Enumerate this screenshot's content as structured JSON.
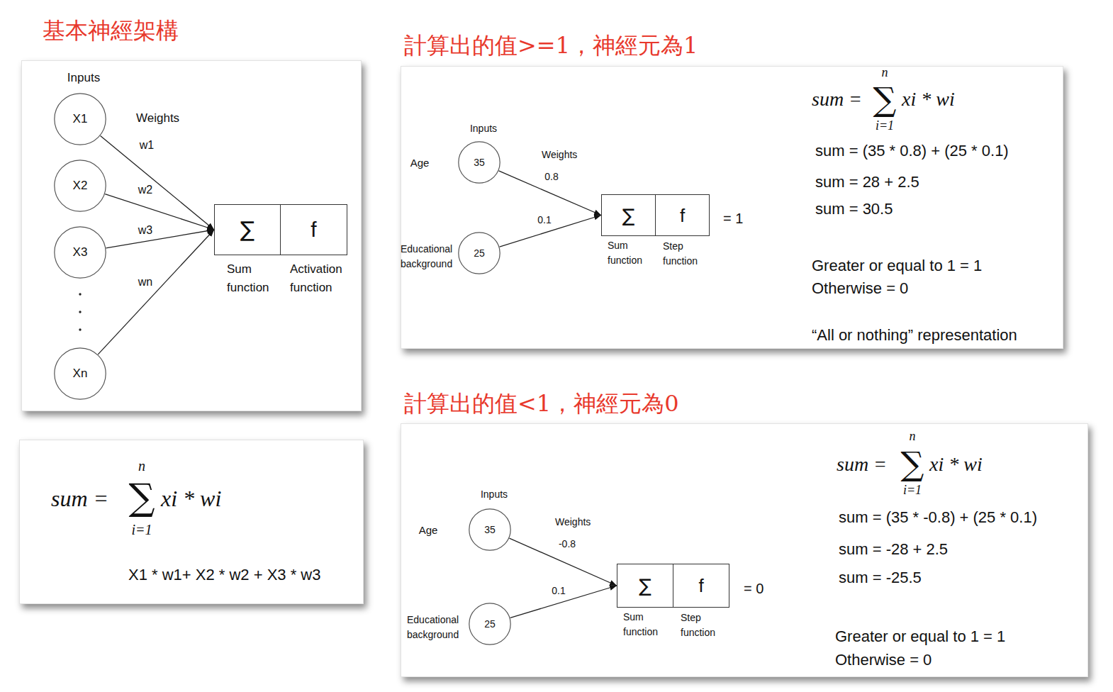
{
  "diagram": {
    "nodes": [
      {
        "text": [
          "基本神經架構",
          "Inputs",
          "Weights"
        ]
      },
      {
        "text": [
          "X1"
        ],
        "in": 0
      },
      {
        "text": [
          "X2"
        ],
        "in": 0
      },
      {
        "text": [
          "X3"
        ],
        "in": 0
      },
      {
        "text": [
          "Xn"
        ],
        "in": 0
      },
      {
        "text": [
          "∑",
          "Sum function"
        ],
        "in": 0
      },
      {
        "text": [
          "f",
          "Activation function"
        ],
        "in": 0
      },
      {
        "text": [
          "sum =",
          "n",
          "∑",
          "i=1",
          "xi * wi",
          "X1 * w1+ X2 * w2 + X3 * w3"
        ]
      },
      {
        "text": [
          "計算出的值>=1，神經元為1",
          "Inputs",
          "Age",
          "Educational background",
          "Weights",
          "= 1",
          "sum =",
          "n",
          "∑",
          "i=1",
          "xi * wi",
          "sum = (35 * 0.8) + (25 * 0.1)",
          "sum = 28 + 2.5",
          "sum = 30.5",
          "Greater or equal to 1 = 1",
          "Otherwise = 0",
          "“All or nothing” representation"
        ]
      },
      {
        "text": [
          "35"
        ],
        "in": 8
      },
      {
        "text": [
          "25"
        ],
        "in": 8
      },
      {
        "text": [
          "∑",
          "Sum function"
        ],
        "in": 8
      },
      {
        "text": [
          "f",
          "Step function"
        ],
        "in": 8
      },
      {
        "text": [
          "計算出的值<1，神經元為0",
          "Inputs",
          "Age",
          "Educational background",
          "Weights",
          "= 0",
          "sum =",
          "n",
          "∑",
          "i=1",
          "xi * wi",
          "sum = (35 * -0.8) + (25 * 0.1)",
          "sum = -28 + 2.5",
          "sum = -25.5",
          "Greater or equal to 1 = 1",
          "Otherwise = 0"
        ]
      },
      {
        "text": [
          "35"
        ],
        "in": 13
      },
      {
        "text": [
          "25"
        ],
        "in": 13
      },
      {
        "text": [
          "∑",
          "Sum function"
        ],
        "in": 13
      },
      {
        "text": [
          "f",
          "Step function"
        ],
        "in": 13
      }
    ],
    "edges": [
      {
        "from": 1,
        "to": 5,
        "arrow": "to",
        "label": "w1"
      },
      {
        "from": 2,
        "to": 5,
        "arrow": "to",
        "label": "w2"
      },
      {
        "from": 3,
        "to": 5,
        "arrow": "to",
        "label": "w3"
      },
      {
        "from": 4,
        "to": 5,
        "arrow": "to",
        "label": "wn"
      },
      {
        "from": 9,
        "to": 11,
        "arrow": "to",
        "label": "0.8"
      },
      {
        "from": 10,
        "to": 11,
        "arrow": "to",
        "label": "0.1"
      },
      {
        "from": 14,
        "to": 16,
        "arrow": "to",
        "label": "-0.8"
      },
      {
        "from": 15,
        "to": 16,
        "arrow": "to",
        "label": "0.1"
      }
    ]
  }
}
